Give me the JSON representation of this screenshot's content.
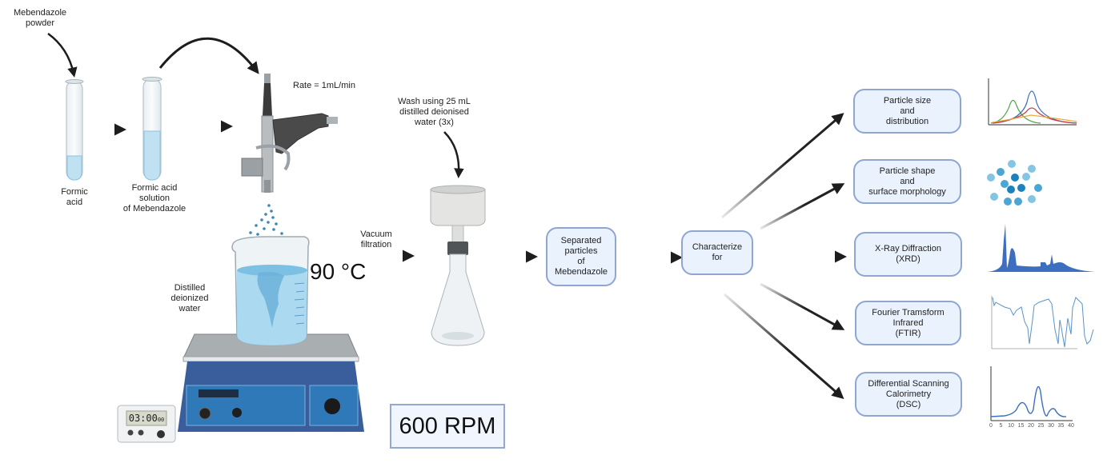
{
  "diagram": {
    "preparation": {
      "powder_label": "Mebendazole powder",
      "tube1_label": "Formic acid",
      "tube2_label": "Formic acid solution of Mebendazole",
      "rate_label": "Rate = 1mL/min",
      "water_label": "Distilled deionized water",
      "temperature": "90 °C",
      "timer_display": "03:00",
      "timer_small": "00",
      "speed": "600 RPM",
      "filtration_label": "Vacuum filtration",
      "wash_label": "Wash using 25 mL distilled deionised water (3x)"
    },
    "nodes": {
      "separated": "Separated particles of Mebendazole",
      "characterize": "Characterize for"
    },
    "techniques": [
      {
        "label": "Particle size and distribution",
        "icon": "distribution-curves-icon"
      },
      {
        "label": "Particle shape and surface morphology",
        "icon": "particles-icon"
      },
      {
        "label": "X-Ray Diffraction (XRD)",
        "icon": "xrd-pattern-icon"
      },
      {
        "label": "Fourier Tramsform Infrared (FTIR)",
        "icon": "ftir-spectrum-icon"
      },
      {
        "label": "Differential Scanning Calorimetry (DSC)",
        "icon": "dsc-thermogram-icon"
      }
    ],
    "dsc_axis_ticks": [
      "0",
      "5",
      "10",
      "15",
      "20",
      "25",
      "30",
      "35",
      "40"
    ],
    "colors": {
      "box_fill": "#eaf2fd",
      "box_border": "#8ea6d1",
      "liquid": "#bfe1f2",
      "hotplate": "#3a5e9c",
      "chart_blue": "#3d6fc0"
    }
  }
}
